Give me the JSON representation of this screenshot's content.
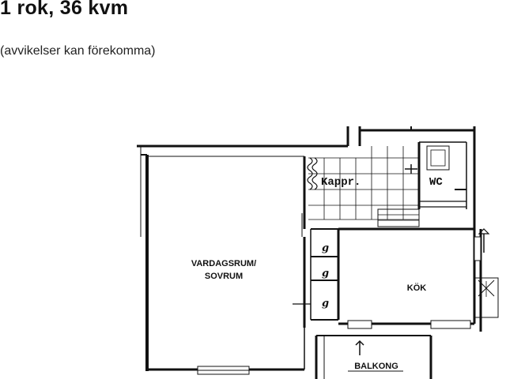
{
  "header": {
    "title": "1 rok, 36 kvm",
    "subtitle": "(avvikelser kan förekomma)"
  },
  "rooms": {
    "living_line1": "VARDAGSRUM/",
    "living_line2": "SOVRUM",
    "kitchen": "KÖK",
    "balcony": "BALKONG",
    "hall": "Kappr.",
    "wc": "WC"
  },
  "closet_marks": [
    "g",
    "g",
    "g"
  ]
}
